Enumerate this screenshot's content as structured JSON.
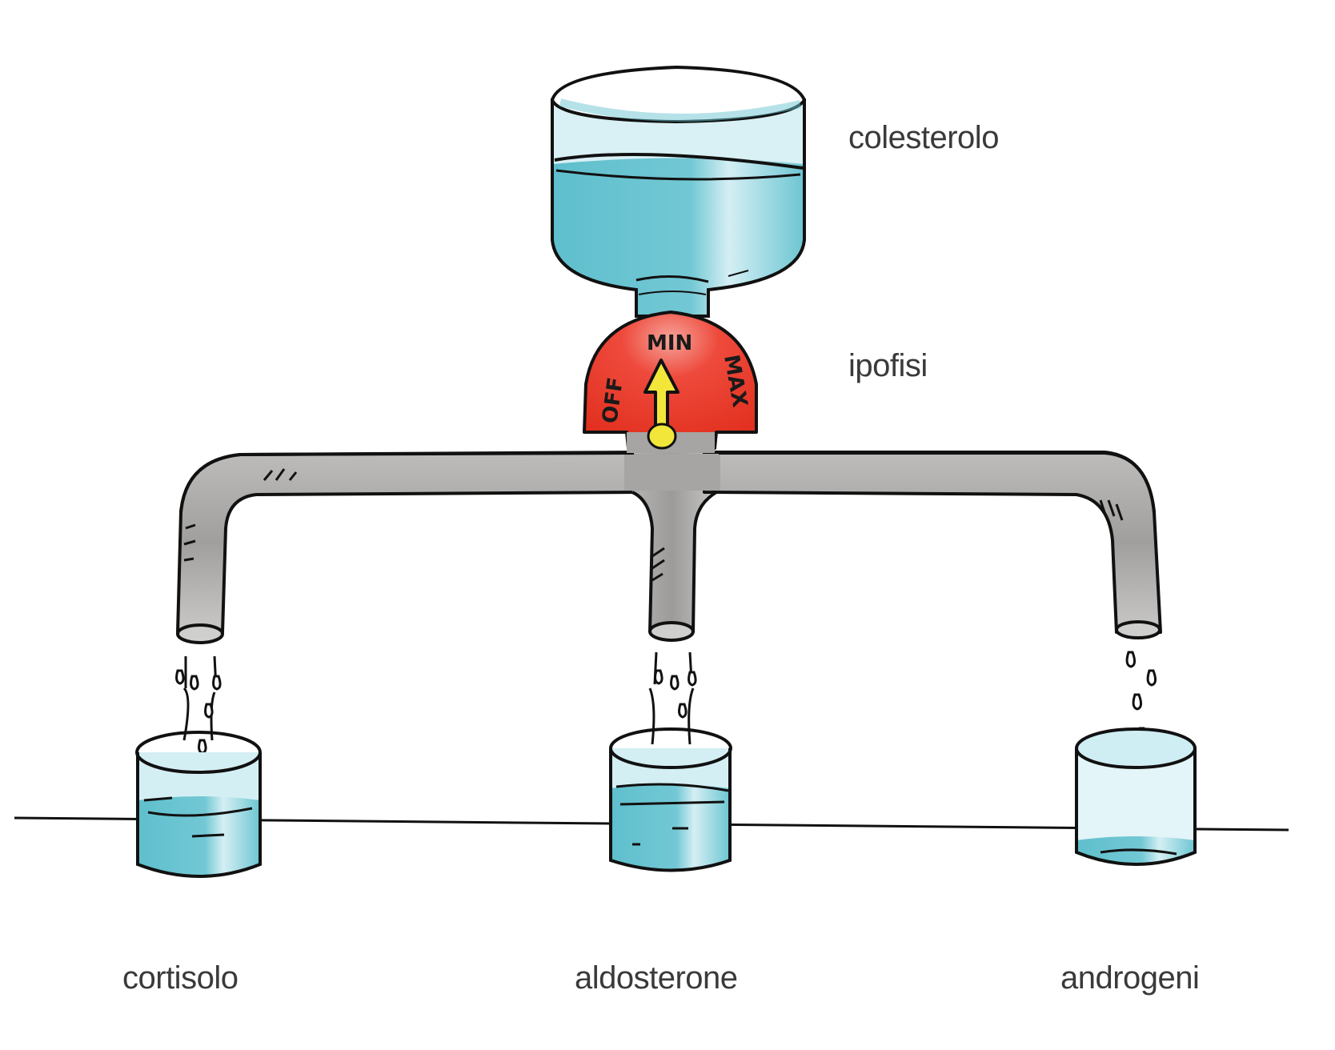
{
  "diagram": {
    "source_label": "colesterolo",
    "regulator_label": "ipofisi",
    "dial": {
      "positions": [
        "OFF",
        "MIN",
        "MAX"
      ],
      "current_setting": "MIN"
    },
    "outputs": [
      {
        "label": "cortisolo",
        "fill_level": 0.55
      },
      {
        "label": "aldosterone",
        "fill_level": 0.55
      },
      {
        "label": "androgeni",
        "fill_level": 0.15
      }
    ],
    "colors": {
      "water": "#6cc5d2",
      "water_light": "#bfe7ee",
      "pipe": "#a9a8a6",
      "dial": "#e8372b",
      "needle": "#f2e63a",
      "outline": "#111111",
      "label_text": "#3a3a3a"
    }
  }
}
